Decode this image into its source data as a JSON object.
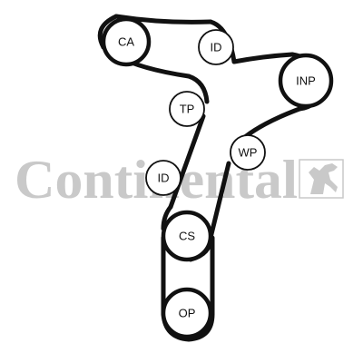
{
  "watermark": {
    "brand": "Continental",
    "logo_icon": "horse-logo-icon",
    "color": "#c9c9c9"
  },
  "belt_color": "#111111",
  "pulleys": [
    {
      "id": "ca",
      "label": "CA"
    },
    {
      "id": "id1",
      "label": "ID"
    },
    {
      "id": "inp",
      "label": "INP"
    },
    {
      "id": "tp",
      "label": "TP"
    },
    {
      "id": "wp",
      "label": "WP"
    },
    {
      "id": "id2",
      "label": "ID"
    },
    {
      "id": "cs",
      "label": "CS"
    },
    {
      "id": "op",
      "label": "OP"
    }
  ]
}
